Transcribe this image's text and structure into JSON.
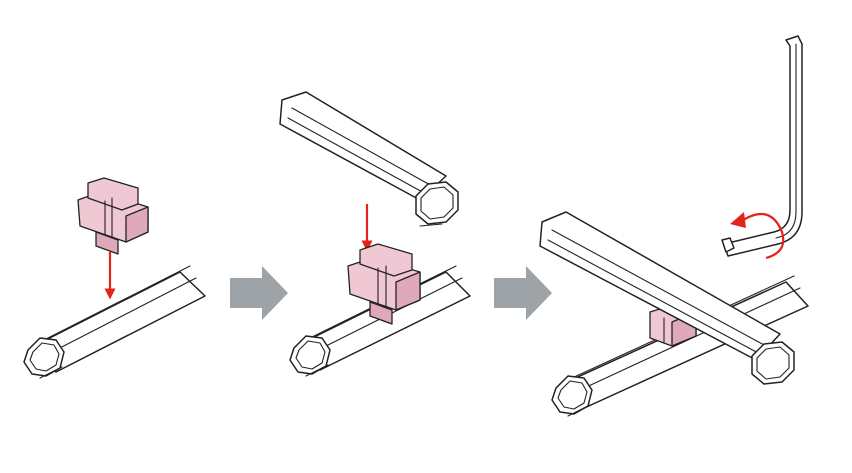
{
  "diagram": {
    "steps": [
      {
        "step": 1,
        "content": "connector-above-tube"
      },
      {
        "step": 2,
        "content": "connector-on-tube-second-tube-above"
      },
      {
        "step": 3,
        "content": "tubes-crossed-tightened-with-hex-key"
      }
    ],
    "transitions": 2
  },
  "colors": {
    "connector": "#f0c8d4",
    "connector_shade": "#e0a9ba",
    "motion_arrow": "#e2231a",
    "step_arrow": "#9ea3a8",
    "outline": "#222222"
  },
  "icons": {
    "tube": "octagonal-aluminum-tube",
    "connector": "clamp-connector",
    "tool": "hex-key",
    "rotation": "rotate-arrow",
    "motion": "down-arrow",
    "transition": "right-arrow"
  }
}
